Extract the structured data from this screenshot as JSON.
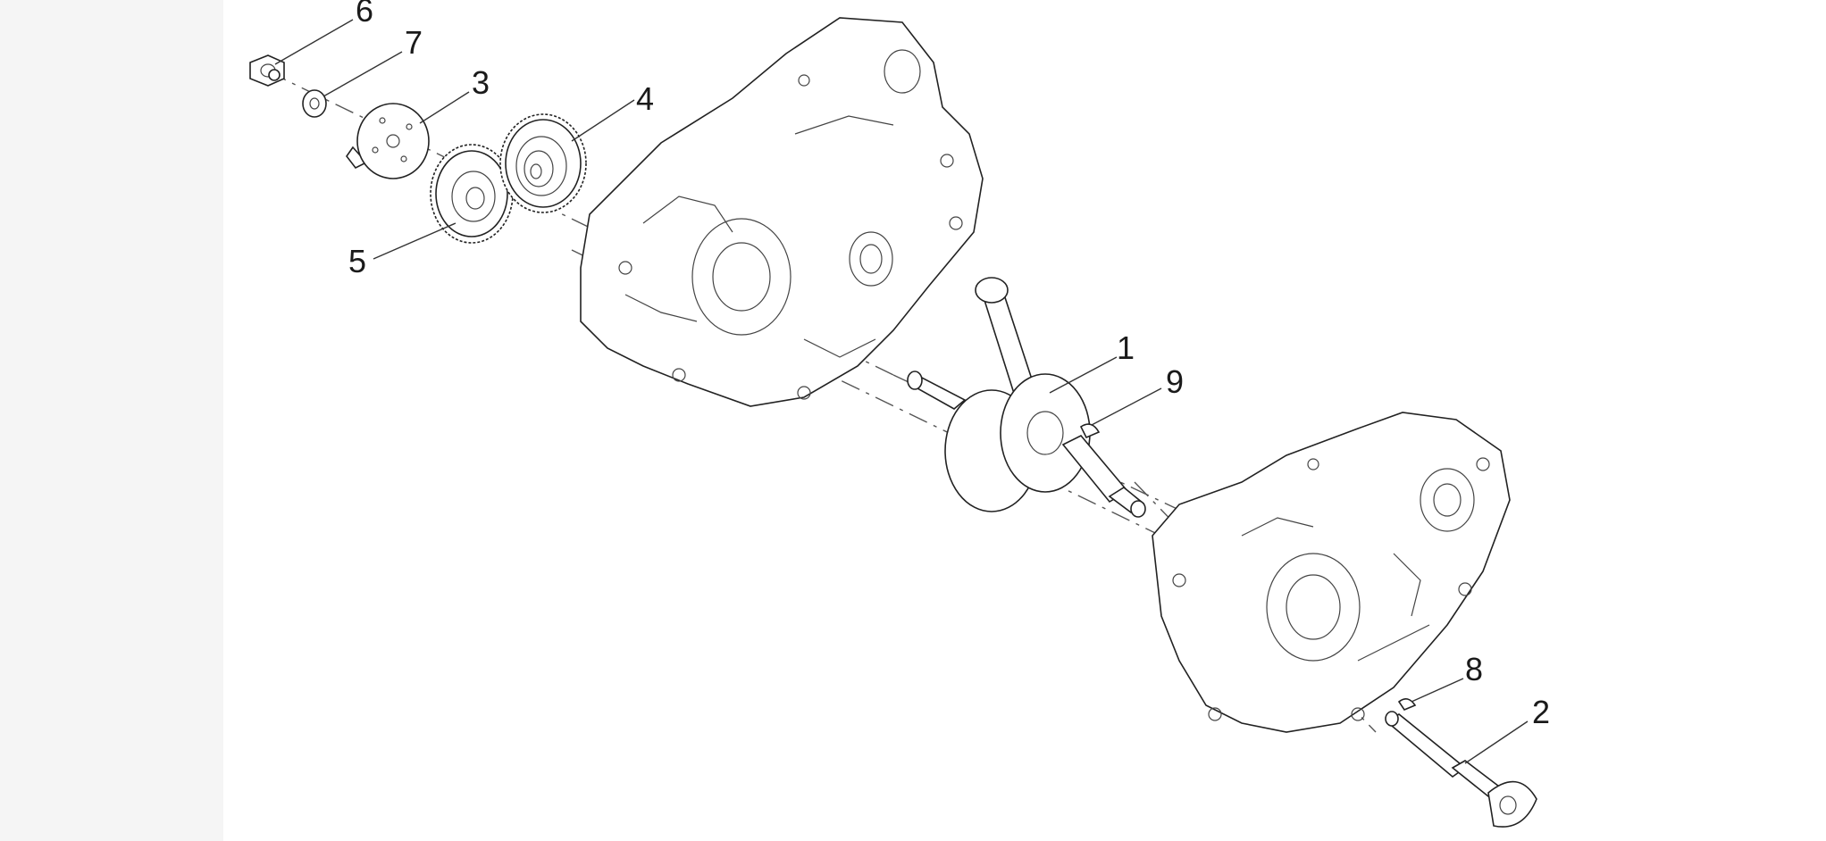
{
  "diagram": {
    "callouts": [
      {
        "id": "1",
        "label": "1"
      },
      {
        "id": "2",
        "label": "2"
      },
      {
        "id": "3",
        "label": "3"
      },
      {
        "id": "4",
        "label": "4"
      },
      {
        "id": "5",
        "label": "5"
      },
      {
        "id": "6",
        "label": "6"
      },
      {
        "id": "7",
        "label": "7"
      },
      {
        "id": "8",
        "label": "8"
      },
      {
        "id": "9",
        "label": "9"
      }
    ],
    "colors": {
      "line": "#222222",
      "background": "#ffffff",
      "gutter": "#f5f5f5"
    }
  }
}
